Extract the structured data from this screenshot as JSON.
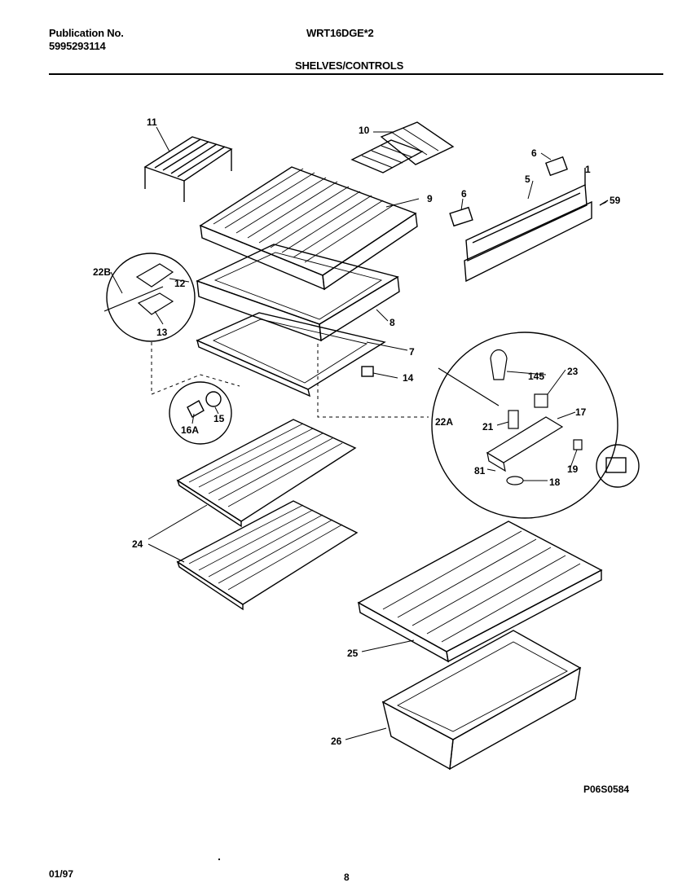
{
  "header": {
    "publication_label": "Publication No.",
    "publication_number": "5995293114",
    "model": "WRT16DGE*2",
    "section_title": "SHELVES/CONTROLS"
  },
  "callouts": {
    "c11": "11",
    "c10": "10",
    "c6a": "6",
    "c9": "9",
    "c6b": "6",
    "c5": "5",
    "c1": "1",
    "c59": "59",
    "c22b": "22B",
    "c12": "12",
    "c13": "13",
    "c8": "8",
    "c7": "7",
    "c14": "14",
    "c145": "145",
    "c23": "23",
    "c17": "17",
    "c22a": "22A",
    "c21": "21",
    "c19": "19",
    "c81": "81",
    "c18": "18",
    "c16a": "16A",
    "c15": "15",
    "c24": "24",
    "c25": "25",
    "c26": "26"
  },
  "footer": {
    "drawing_number": "P06S0584",
    "date": "01/97",
    "page": "8"
  }
}
